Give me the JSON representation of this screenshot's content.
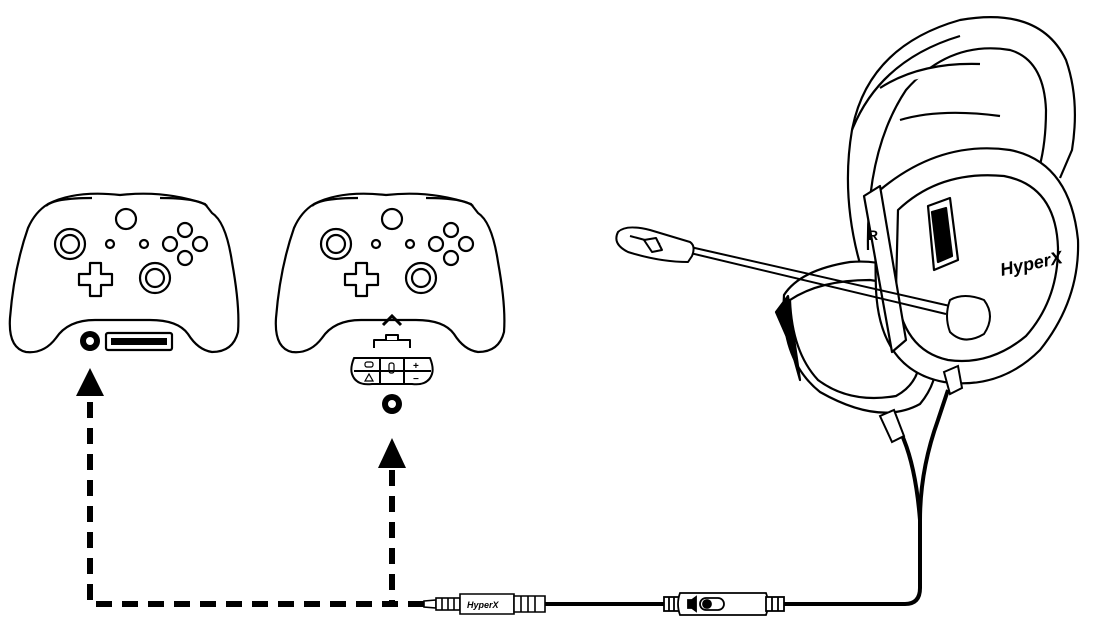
{
  "diagram": {
    "earcup_side_label": "R",
    "headset_brand_label": "HyperX",
    "plug_brand_label": "HyperX",
    "adapter_labels": {
      "plus": "+",
      "minus": "−"
    },
    "icons": [
      "controller-icon",
      "stereo-headset-adapter-icon",
      "headset-icon",
      "arrow-up-icon",
      "audio-jack-icon",
      "inline-volume-control-icon"
    ]
  }
}
